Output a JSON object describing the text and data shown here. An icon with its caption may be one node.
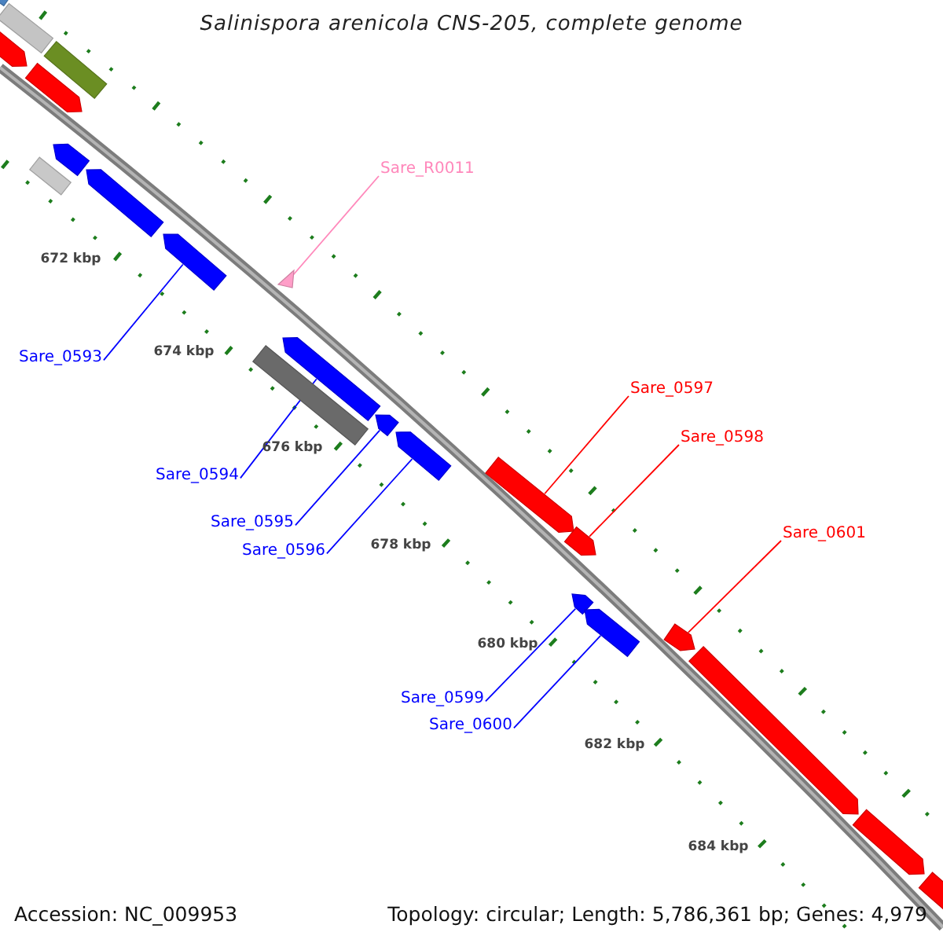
{
  "diagram": {
    "title": "Salinispora arenicola CNS-205, complete genome",
    "nodes": [
      {
        "text": [],
        "shape": "bar"
      },
      {
        "text": [],
        "shape": "bar"
      },
      {
        "text": [],
        "shape": "arrow"
      },
      {
        "text": [],
        "shape": "arrow"
      },
      {
        "text": [],
        "shape": "bar"
      },
      {
        "text": [],
        "shape": "bar"
      },
      {
        "text": [],
        "shape": "arrow"
      },
      {
        "text": [],
        "shape": "arrow"
      },
      {
        "text": [],
        "shape": "arrow"
      },
      {
        "text": [],
        "shape": "triangle"
      },
      {
        "text": [
          "Sare_R0011"
        ]
      },
      {
        "text": [
          "Sare_0593"
        ]
      },
      {
        "text": [],
        "shape": "bar"
      },
      {
        "text": [],
        "shape": "arrow"
      },
      {
        "text": [],
        "shape": "arrow"
      },
      {
        "text": [],
        "shape": "arrow"
      },
      {
        "text": [
          "Sare_0594"
        ]
      },
      {
        "text": [
          "Sare_0595"
        ]
      },
      {
        "text": [
          "Sare_0596"
        ]
      },
      {
        "text": [],
        "shape": "arrow"
      },
      {
        "text": [],
        "shape": "arrow"
      },
      {
        "text": [
          "Sare_0597"
        ]
      },
      {
        "text": [
          "Sare_0598"
        ]
      },
      {
        "text": [],
        "shape": "arrow"
      },
      {
        "text": [],
        "shape": "arrow"
      },
      {
        "text": [
          "Sare_0599"
        ]
      },
      {
        "text": [
          "Sare_0600"
        ]
      },
      {
        "text": [],
        "shape": "arrow"
      },
      {
        "text": [],
        "shape": "arrow"
      },
      {
        "text": [],
        "shape": "arrow"
      },
      {
        "text": [],
        "shape": "arrow"
      },
      {
        "text": [
          "Sare_0601"
        ]
      }
    ],
    "edges": [
      {
        "from": 10,
        "to": 9,
        "arrow": "none",
        "color": "#ff88bb"
      },
      {
        "from": 11,
        "to": 8,
        "arrow": "none"
      },
      {
        "from": 16,
        "to": 13,
        "arrow": "none"
      },
      {
        "from": 17,
        "to": 14,
        "arrow": "none"
      },
      {
        "from": 18,
        "to": 15,
        "arrow": "none"
      },
      {
        "from": 21,
        "to": 19,
        "arrow": "none",
        "color": "#ff0000"
      },
      {
        "from": 22,
        "to": 20,
        "arrow": "none",
        "color": "#ff0000"
      },
      {
        "from": 25,
        "to": 23,
        "arrow": "none"
      },
      {
        "from": 26,
        "to": 24,
        "arrow": "none"
      },
      {
        "from": 31,
        "to": 27,
        "arrow": "none",
        "color": "#ff0000"
      }
    ],
    "labels": [
      "672 kbp",
      "674 kbp",
      "676 kbp",
      "678 kbp",
      "680 kbp",
      "682 kbp",
      "684 kbp",
      "Accession: NC_009953",
      "Topology: circular; Length: 5,786,361 bp; Genes: 4,979"
    ]
  }
}
